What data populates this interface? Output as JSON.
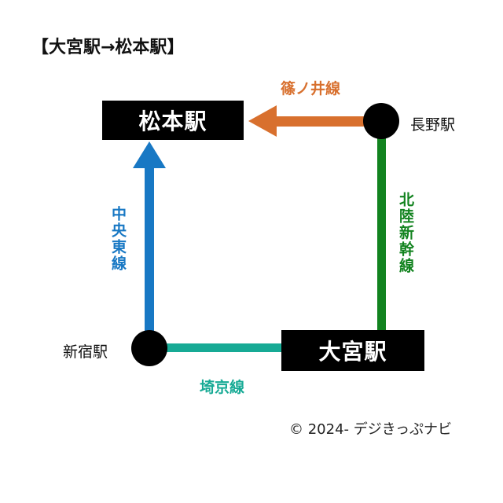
{
  "title": "【大宮駅→松本駅】",
  "stations": {
    "matsumoto": "松本駅",
    "nagano": "長野駅",
    "omiya": "大宮駅",
    "shinjuku": "新宿駅"
  },
  "lines": {
    "shinonoi": {
      "label": "篠ノ井線",
      "color": "#d8702e"
    },
    "hokuriku": {
      "label": "北陸新幹線",
      "color": "#12831f"
    },
    "chuo_east": {
      "label": "中央東線",
      "color": "#1878c4"
    },
    "saikyo": {
      "label": "埼京線",
      "color": "#17aa95"
    }
  },
  "copyright": "© 2024- デジきっぷナビ"
}
